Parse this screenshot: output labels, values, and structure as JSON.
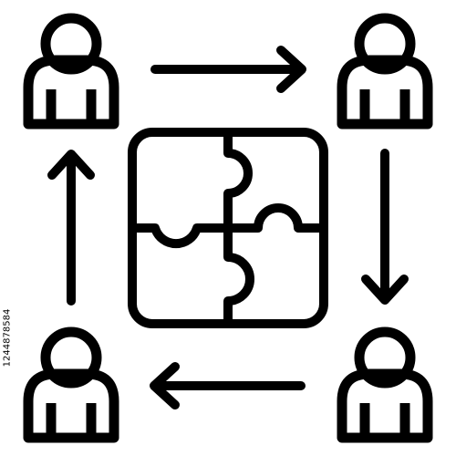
{
  "icon": {
    "name": "teamwork-puzzle-icon",
    "stroke_color": "#000000",
    "background": "#ffffff",
    "people": [
      "person-top-left",
      "person-top-right",
      "person-bottom-right",
      "person-bottom-left"
    ],
    "arrows": [
      "right",
      "down",
      "left",
      "up"
    ],
    "puzzle_pieces": 4
  },
  "stock_id": "1244878584"
}
